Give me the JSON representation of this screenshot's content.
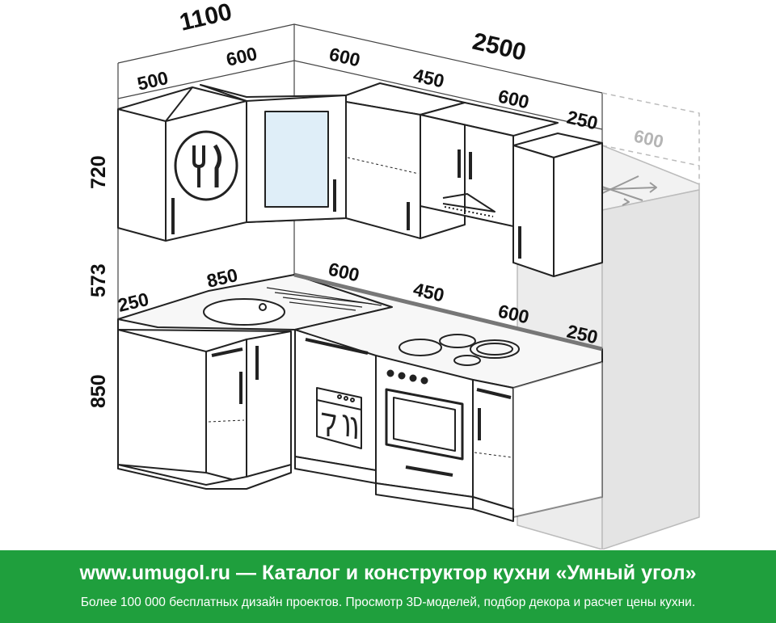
{
  "dimensions": {
    "upper_left_total": "1100",
    "upper_left_end": "500",
    "upper_left_corner": "600",
    "upper_right_total": "2500",
    "upper_right_corner": "600",
    "upper_right_mid": "450",
    "upper_right_hood": "600",
    "upper_right_end": "250",
    "fridge_width": "600",
    "height_upper": "720",
    "height_gap": "573",
    "height_lower": "850",
    "lower_left_end": "250",
    "lower_left_corner": "850",
    "lower_right_corner": "600",
    "lower_right_mid": "450",
    "lower_right_cooktop": "600",
    "lower_right_end": "250"
  },
  "banner": {
    "site": "www.umugol.ru",
    "separator": " — ",
    "title": "Каталог и конструктор кухни «Умный угол»",
    "subtitle": "Более 100 000 бесплатных дизайн проектов. Просмотр 3D-моделей, подбор декора и расчет цены кухни."
  },
  "colors": {
    "banner_bg": "#1f9f3d",
    "fridge_fill": "#ededed",
    "glass_fill": "#dfeef8"
  },
  "icons": [
    "cutlery-icon",
    "snowflake-icon",
    "dishwasher-icon",
    "oven-icon",
    "sink-icon",
    "cooktop-icon",
    "hood-icon"
  ]
}
